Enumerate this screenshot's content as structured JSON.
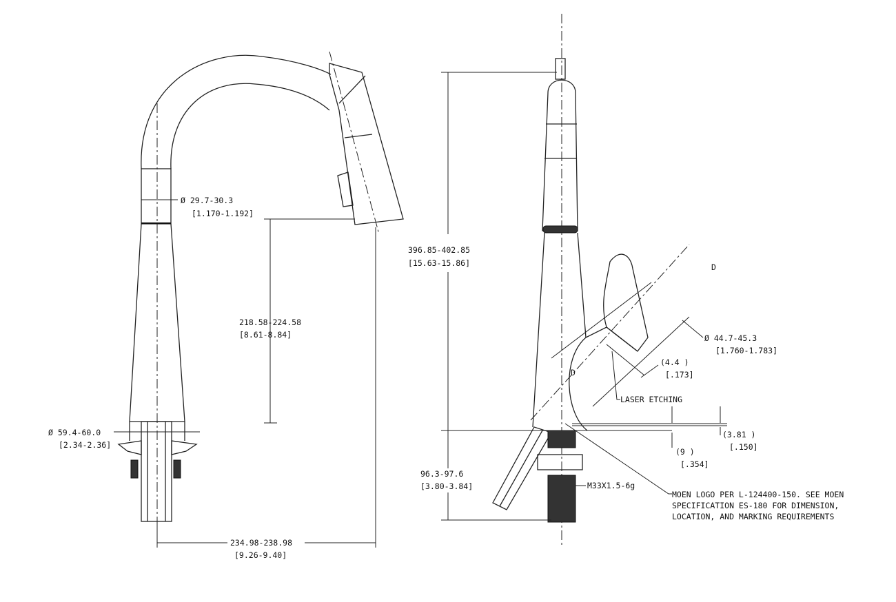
{
  "left_view": {
    "neck_diameter": "Ø 29.7-30.3",
    "neck_diameter_in": "[1.170-1.192]",
    "spout_height": "218.58-224.58",
    "spout_height_in": "[8.61-8.84]",
    "base_diameter": "Ø 59.4-60.0",
    "base_diameter_in": "[2.34-2.36]",
    "reach": "234.98-238.98",
    "reach_in": "[9.26-9.40]"
  },
  "right_view": {
    "overall_height": "396.85-402.85",
    "overall_height_in": "[15.63-15.86]",
    "shank_height": "96.3-97.6",
    "shank_height_in": "[3.80-3.84]",
    "section_label": "D",
    "section_label_2": "D",
    "handle_diameter": "Ø 44.7-45.3",
    "handle_diameter_in": "[1.760-1.783]",
    "etch_depth": "(4.4    )",
    "etch_depth_in": "[.173]",
    "laser_note": "LASER ETCHING",
    "dim_381": "(3.81   )",
    "dim_381_in": "[.150]",
    "dim_9": "(9      )",
    "dim_9_in": "[.354]",
    "thread": "M33X1.5-6g",
    "note_line1": "MOEN LOGO PER L-124400-150.  SEE MOEN",
    "note_line2": "SPECIFICATION ES-180 FOR DIMENSION,",
    "note_line3": "LOCATION, AND MARKING REQUIREMENTS"
  }
}
